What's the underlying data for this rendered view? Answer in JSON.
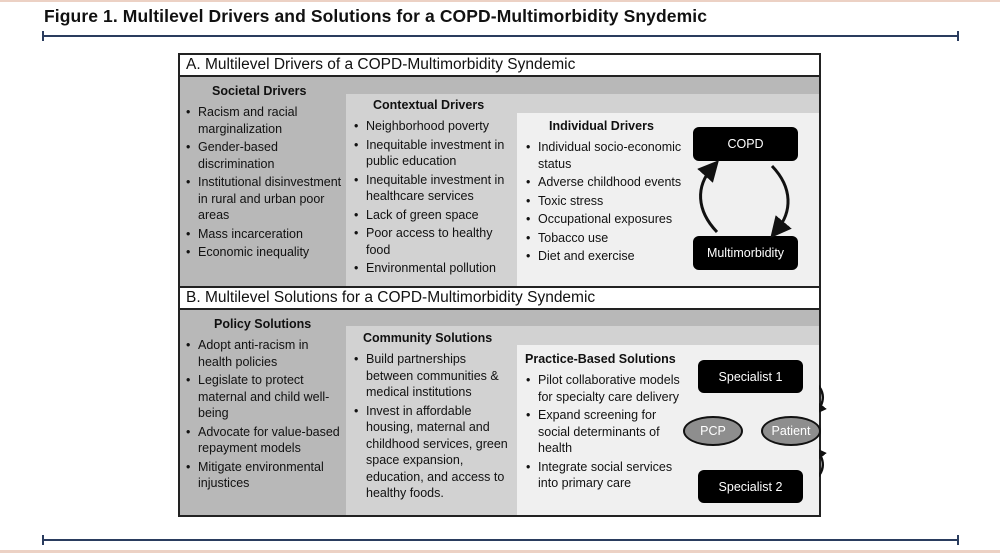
{
  "figure_title": "Figure 1. Multilevel Drivers and Solutions for a COPD-Multimorbidity Snydemic",
  "section_a": {
    "heading": "A. Multilevel Drivers of a COPD-Multimorbidity Syndemic",
    "societal": {
      "title": "Societal Drivers",
      "items": [
        "Racism and racial marginalization",
        "Gender-based discrimination",
        "Institutional disinvestment in rural and urban poor areas",
        "Mass incarceration",
        "Economic inequality"
      ]
    },
    "contextual": {
      "title": "Contextual Drivers",
      "items": [
        "Neighborhood poverty",
        "Inequitable investment in public education",
        "Inequitable investment in healthcare services",
        "Lack of green space",
        "Poor access to healthy food",
        "Environmental pollution"
      ]
    },
    "individual": {
      "title": "Individual Drivers",
      "items": [
        "Individual socio-economic status",
        "Adverse childhood events",
        "Toxic stress",
        "Occupational exposures",
        "Tobacco use",
        "Diet and exercise"
      ]
    },
    "cycle": {
      "top": "COPD",
      "bottom": "Multimorbidity"
    }
  },
  "section_b": {
    "heading": "B. Multilevel Solutions for a COPD-Multimorbidity Syndemic",
    "policy": {
      "title": "Policy Solutions",
      "items": [
        "Adopt anti-racism in health policies",
        "Legislate to protect maternal and child well-being",
        "Advocate for value-based repayment models",
        "Mitigate environmental injustices"
      ]
    },
    "community": {
      "title": "Community Solutions",
      "items": [
        "Build partnerships between communities & medical institutions",
        "Invest in affordable housing, maternal and childhood services, green space expansion, education, and access to healthy foods."
      ]
    },
    "practice": {
      "title": "Practice-Based Solutions",
      "items": [
        "Pilot collaborative models for specialty care delivery",
        "Expand screening  for social determinants of health",
        "Integrate social services into primary care"
      ]
    },
    "network": {
      "specialist1": "Specialist 1",
      "specialist2": "Specialist 2",
      "pcp": "PCP",
      "patient": "Patient"
    }
  }
}
